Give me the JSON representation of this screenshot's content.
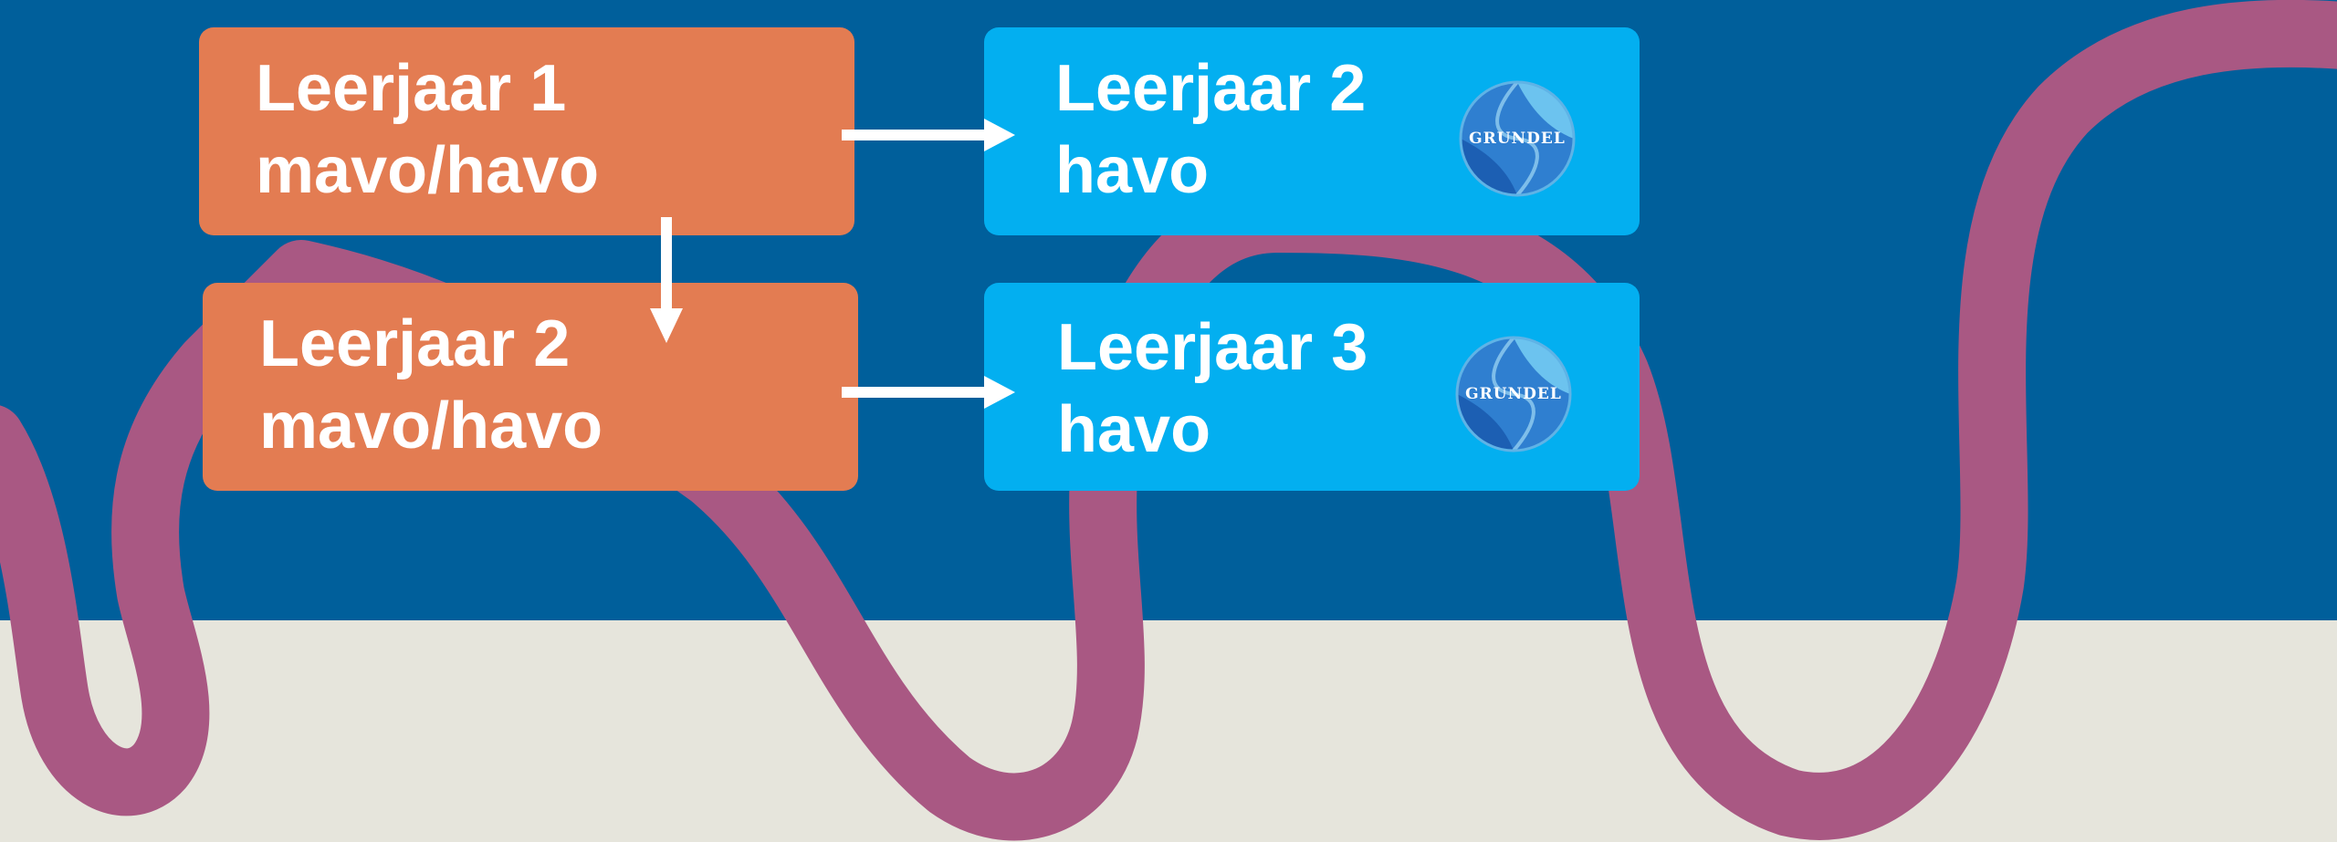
{
  "colors": {
    "background_top": "#005f9b",
    "background_bottom": "#e6e5dc",
    "wave": "#a95883",
    "box_orange": "#e37c52",
    "box_blue": "#03aff0",
    "text": "#ffffff",
    "arrow": "#ffffff"
  },
  "boxes": {
    "leerjaar1_mavo_havo": {
      "line1": "Leerjaar 1",
      "line2": "mavo/havo"
    },
    "leerjaar2_havo": {
      "line1": "Leerjaar 2",
      "line2": "havo",
      "logo": "GRUNDEL"
    },
    "leerjaar2_mavo_havo": {
      "line1": "Leerjaar 2",
      "line2": "mavo/havo"
    },
    "leerjaar3_havo": {
      "line1": "Leerjaar 3",
      "line2": "havo",
      "logo": "GRUNDEL"
    }
  },
  "arrows": [
    {
      "from": "leerjaar1_mavo_havo",
      "to": "leerjaar2_havo"
    },
    {
      "from": "leerjaar1_mavo_havo",
      "to": "leerjaar2_mavo_havo"
    },
    {
      "from": "leerjaar2_mavo_havo",
      "to": "leerjaar3_havo"
    }
  ]
}
